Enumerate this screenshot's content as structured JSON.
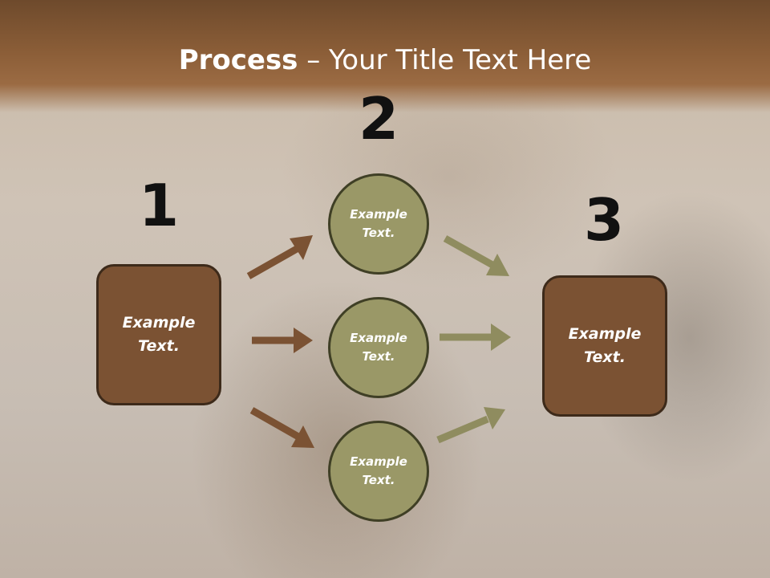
{
  "title": {
    "bold": "Process",
    "rest": " – Your Title Text Here"
  },
  "steps": {
    "step1": {
      "number": "1",
      "text": "Example Text."
    },
    "step2": {
      "number": "2",
      "circles": [
        "Example Text.",
        "Example Text.",
        "Example Text."
      ]
    },
    "step3": {
      "number": "3",
      "text": "Example Text."
    }
  },
  "colors": {
    "header": "#8a5d37",
    "box_fill": "#7b5233",
    "circle_fill": "#9a9867",
    "arrow_brown": "#7b5233",
    "arrow_olive": "#8f8c5f"
  }
}
